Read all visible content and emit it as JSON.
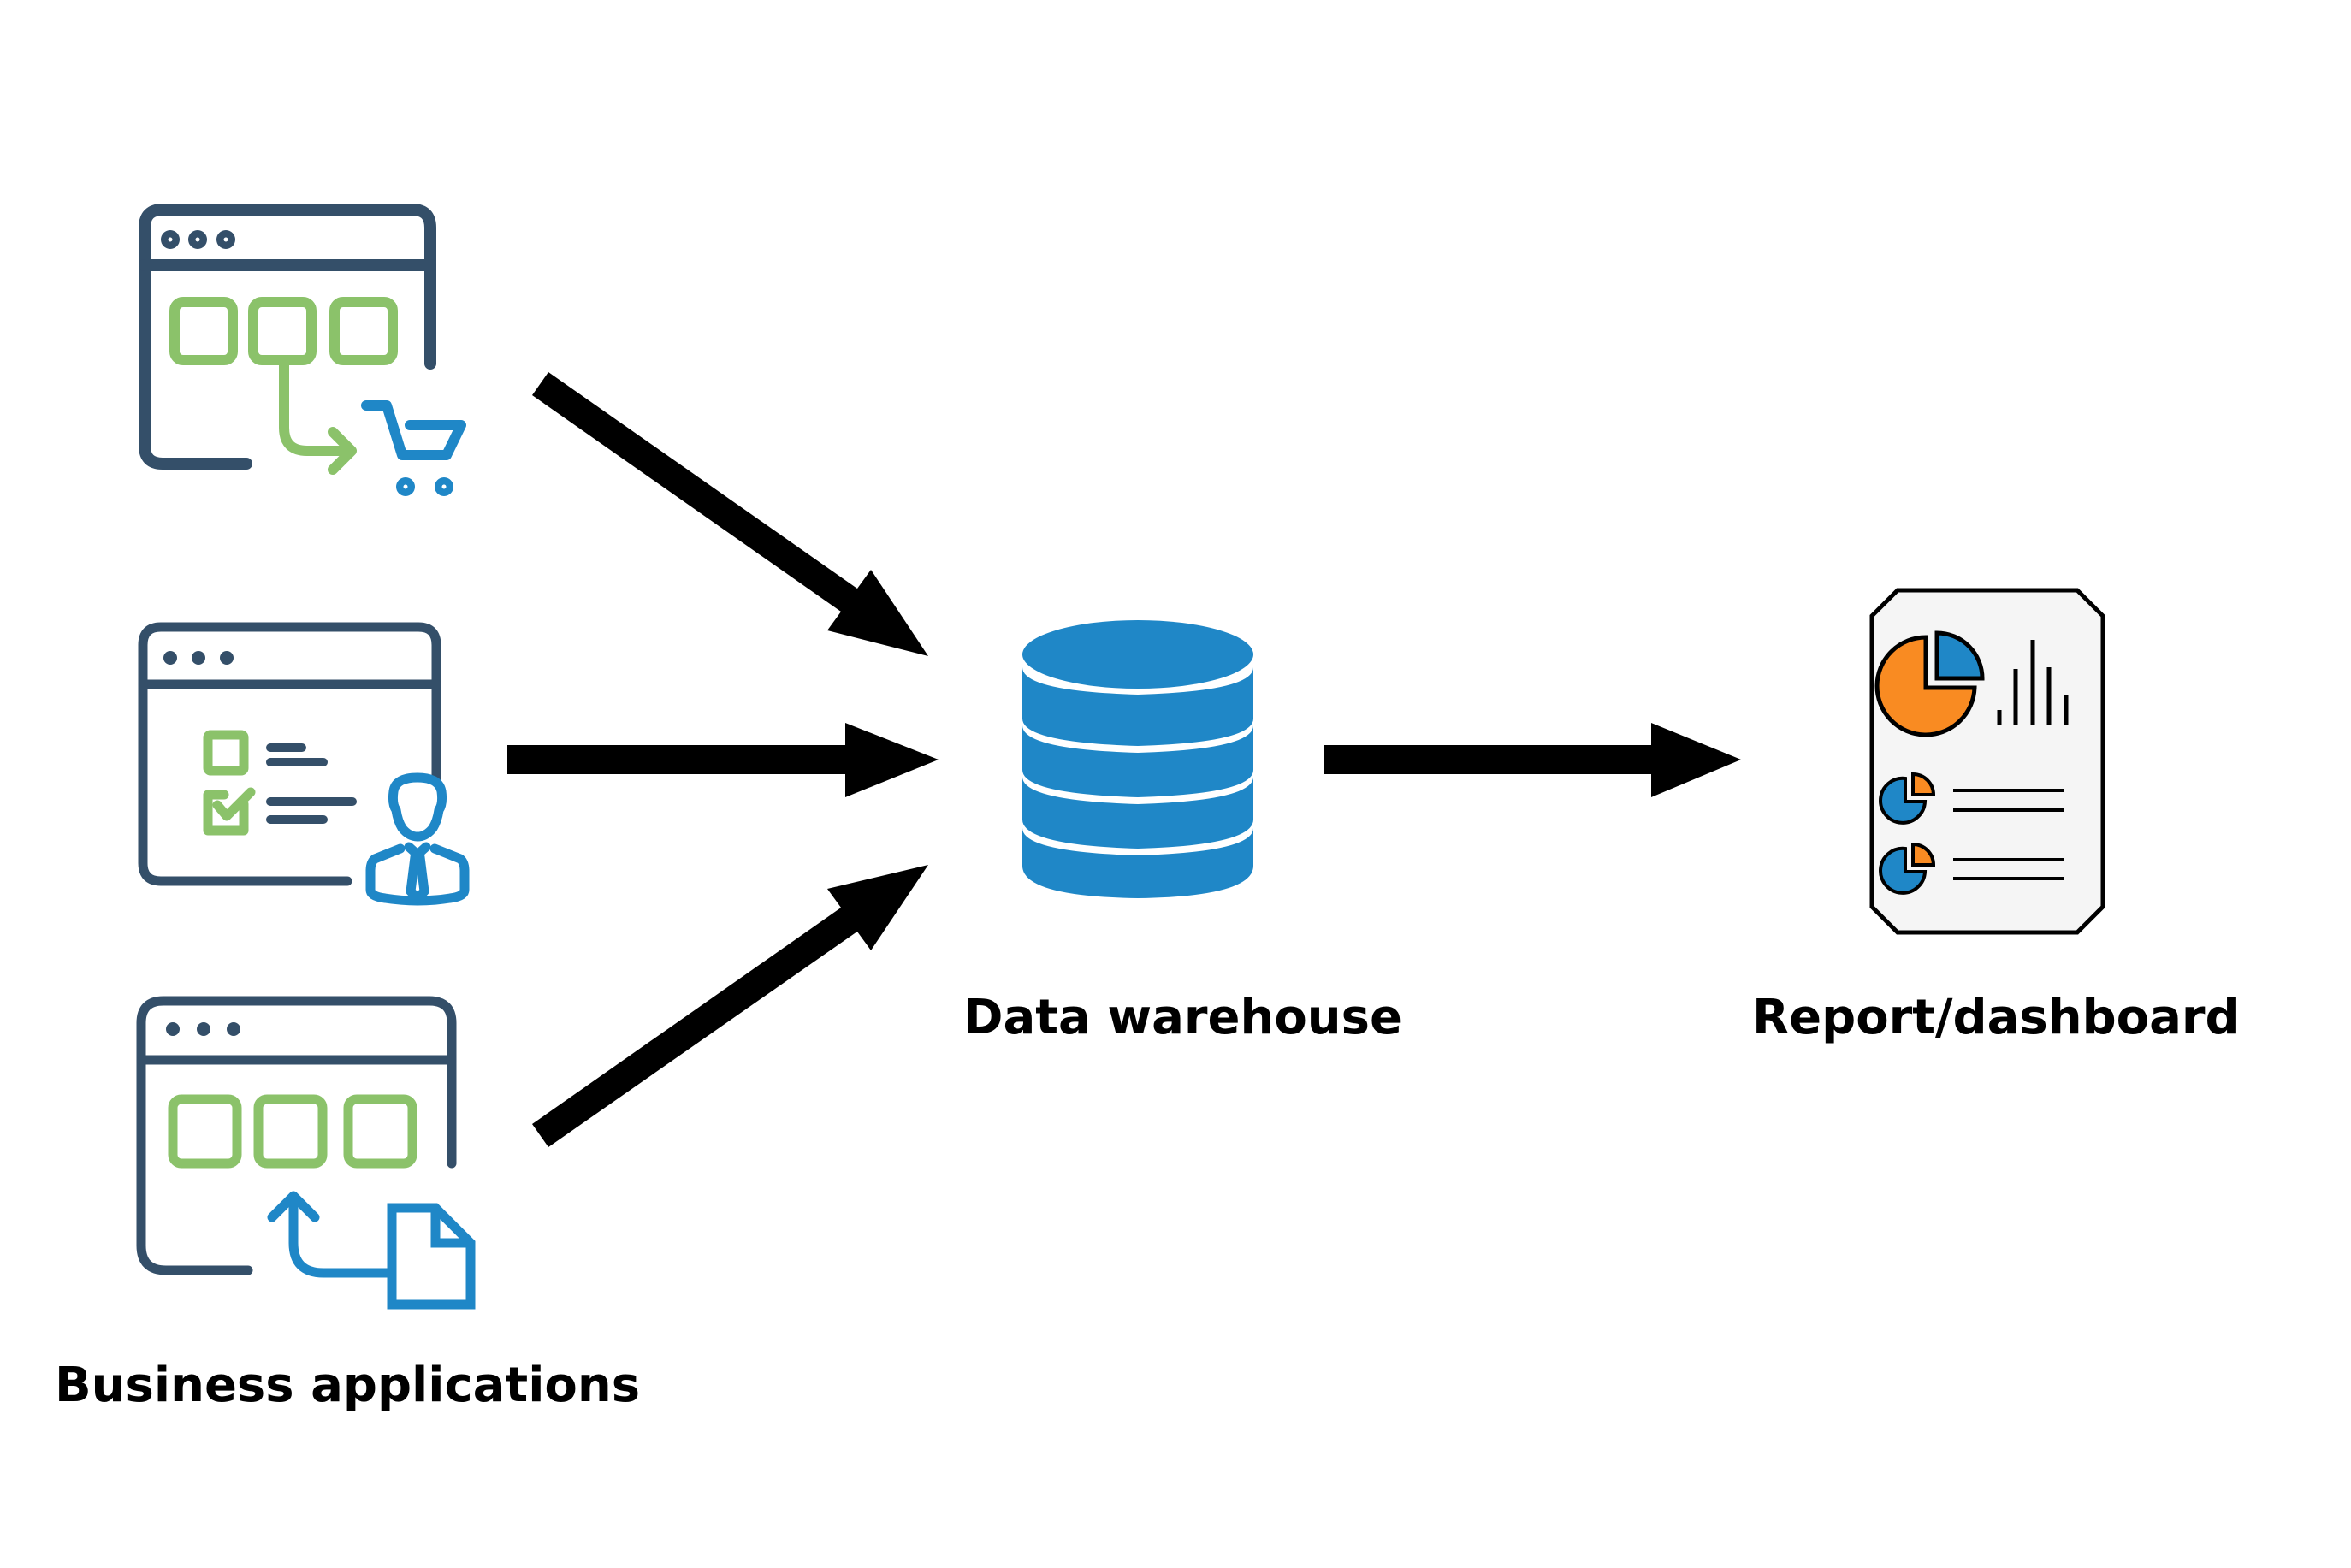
{
  "diagram": {
    "type": "data-flow",
    "colors": {
      "frame": "#344F69",
      "green": "#8BC26A",
      "blue": "#1F87C7",
      "orange": "#F98B22",
      "arrow": "#000000",
      "report_fill": "#F5F5F5",
      "background": "#FFFFFF"
    },
    "nodes": [
      {
        "id": "business-applications",
        "label": "Business applications",
        "icons": [
          "browser-ecommerce-cart-icon",
          "browser-checklist-user-icon",
          "browser-document-upload-icon"
        ]
      },
      {
        "id": "data-warehouse",
        "label": "Data warehouse",
        "icon": "database-icon"
      },
      {
        "id": "report-dashboard",
        "label": "Report/dashboard",
        "icon": "report-chart-icon"
      }
    ],
    "edges": [
      {
        "from": "browser-ecommerce-cart-icon",
        "to": "data-warehouse"
      },
      {
        "from": "browser-checklist-user-icon",
        "to": "data-warehouse"
      },
      {
        "from": "browser-document-upload-icon",
        "to": "data-warehouse"
      },
      {
        "from": "data-warehouse",
        "to": "report-dashboard"
      }
    ]
  },
  "labels": {
    "business_applications": "Business applications",
    "data_warehouse": "Data warehouse",
    "report_dashboard": "Report/dashboard"
  }
}
